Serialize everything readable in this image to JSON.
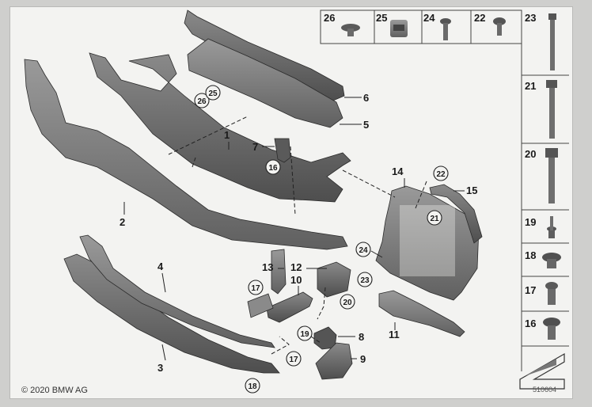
{
  "footer": {
    "copyright": "© 2020 BMW AG",
    "diagram_id": "510604"
  },
  "callouts": [
    "1",
    "2",
    "3",
    "4",
    "5",
    "6",
    "7",
    "8",
    "9",
    "10",
    "11",
    "12",
    "13",
    "14",
    "15",
    "16",
    "17",
    "18",
    "19",
    "20",
    "21",
    "22",
    "23",
    "24",
    "25",
    "26"
  ],
  "top_row": [
    "26",
    "25",
    "24",
    "22",
    "23"
  ],
  "side_column": [
    "21",
    "20",
    "19",
    "18",
    "17",
    "16"
  ],
  "circled": [
    "26",
    "25",
    "16",
    "22",
    "21",
    "24",
    "23",
    "17",
    "20",
    "19",
    "17",
    "18"
  ],
  "colors": {
    "part_dark": "#5e5e5e",
    "part_mid": "#767676",
    "part_light": "#8c8c8c",
    "ink": "#1a1a1a",
    "sheet": "#f3f3f1"
  }
}
